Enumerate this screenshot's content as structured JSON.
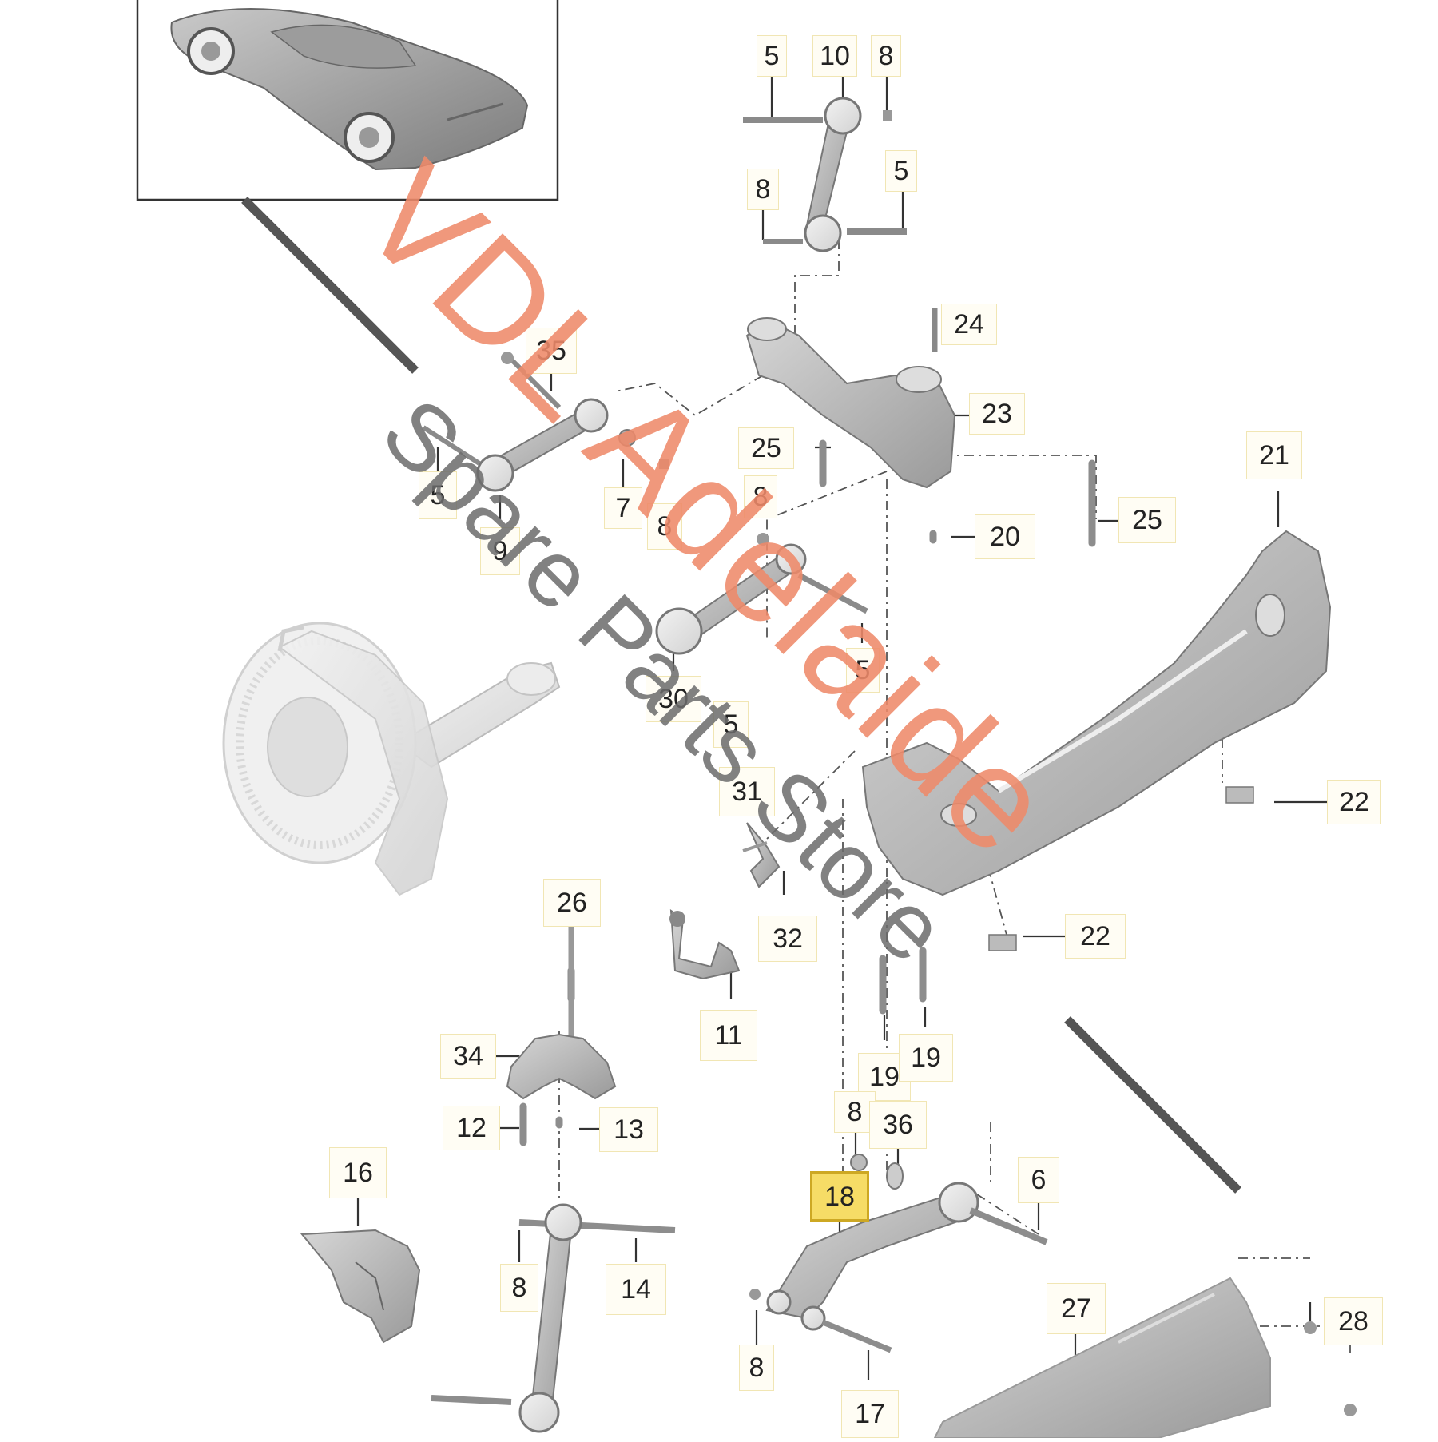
{
  "diagram": {
    "callouts": [
      {
        "id": "c5a",
        "text": "5"
      },
      {
        "id": "c10",
        "text": "10"
      },
      {
        "id": "c8a",
        "text": "8"
      },
      {
        "id": "c8b",
        "text": "8"
      },
      {
        "id": "c5b",
        "text": "5"
      },
      {
        "id": "c24",
        "text": "24"
      },
      {
        "id": "c35",
        "text": "35"
      },
      {
        "id": "c23",
        "text": "23"
      },
      {
        "id": "c25a",
        "text": "25"
      },
      {
        "id": "c21",
        "text": "21"
      },
      {
        "id": "c5c",
        "text": "5"
      },
      {
        "id": "c7",
        "text": "7"
      },
      {
        "id": "c8c",
        "text": "8"
      },
      {
        "id": "c9",
        "text": "9"
      },
      {
        "id": "c8d",
        "text": "8"
      },
      {
        "id": "c20",
        "text": "20"
      },
      {
        "id": "c25b",
        "text": "25"
      },
      {
        "id": "c30",
        "text": "30"
      },
      {
        "id": "c5d",
        "text": "5"
      },
      {
        "id": "c5e",
        "text": "5"
      },
      {
        "id": "c31",
        "text": "31"
      },
      {
        "id": "c22a",
        "text": "22"
      },
      {
        "id": "c26",
        "text": "26"
      },
      {
        "id": "c32",
        "text": "32"
      },
      {
        "id": "c22b",
        "text": "22"
      },
      {
        "id": "c11",
        "text": "11"
      },
      {
        "id": "c34",
        "text": "34"
      },
      {
        "id": "c19a",
        "text": "19"
      },
      {
        "id": "c19b",
        "text": "19"
      },
      {
        "id": "c12",
        "text": "12"
      },
      {
        "id": "c13",
        "text": "13"
      },
      {
        "id": "c8e",
        "text": "8"
      },
      {
        "id": "c36",
        "text": "36"
      },
      {
        "id": "c16",
        "text": "16"
      },
      {
        "id": "c18",
        "text": "18",
        "highlighted": true
      },
      {
        "id": "c6",
        "text": "6"
      },
      {
        "id": "c8f",
        "text": "8"
      },
      {
        "id": "c14",
        "text": "14"
      },
      {
        "id": "c27",
        "text": "27"
      },
      {
        "id": "c28",
        "text": "28"
      },
      {
        "id": "c8g",
        "text": "8"
      },
      {
        "id": "c17",
        "text": "17"
      }
    ]
  },
  "watermark": {
    "line1": "VDL Adelaide",
    "line2": "Spare Parts Store"
  },
  "colors": {
    "watermark_orange": "#ef8a6a",
    "watermark_gray": "#6c6c6c",
    "part_gray": "#b9b9b9",
    "highlight_fill": "#f6dc66"
  }
}
